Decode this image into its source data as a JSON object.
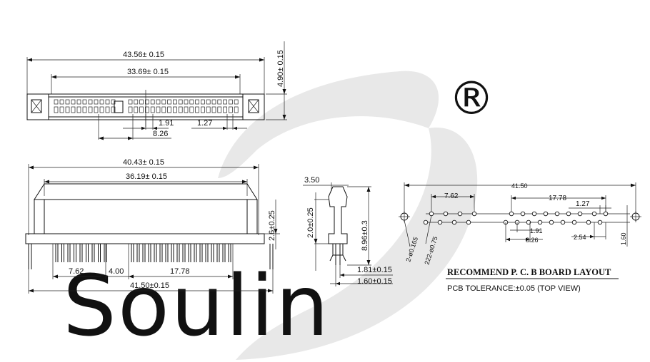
{
  "watermark": {
    "brand": "Soulin",
    "registered_mark": "®",
    "color": "#e6e6e6"
  },
  "front_view": {
    "overall_width": "43.56± 0.15",
    "inner_width": "33.69± 0.15",
    "height": "4.90± 0.15",
    "pitch_a": "1.91",
    "pitch_b": "8.26",
    "pitch_c": "1.27"
  },
  "side_view": {
    "body_width": "40.43± 0.15",
    "top_width": "36.19± 0.15",
    "standoff": "2.6±0.25",
    "group_a": "7.62",
    "gap": "4.00",
    "group_b": "17.78",
    "pin_span": "41.50±0.15"
  },
  "profile_view": {
    "top_width": "3.50",
    "lower_height": "2.0±0.25",
    "total_height": "8.96±0.3",
    "lead_a": "1.81±0.15",
    "lead_b": "1.60±0.15"
  },
  "pcb_layout": {
    "overall": "41.50",
    "row_a": "7.62",
    "row_b": "17.78",
    "pitch": "1.27",
    "offset_a": "1.91",
    "offset_b": "8.26",
    "row_spacing": "2.54",
    "row_height": "1.60",
    "mount_hole": "2-ø0.165",
    "pin_holes": "222-ø0.75",
    "title": "RECOMMEND P. C. B BOARD LAYOUT",
    "tolerance": "PCB TOLERANCE:±0.05 (TOP VIEW)"
  }
}
